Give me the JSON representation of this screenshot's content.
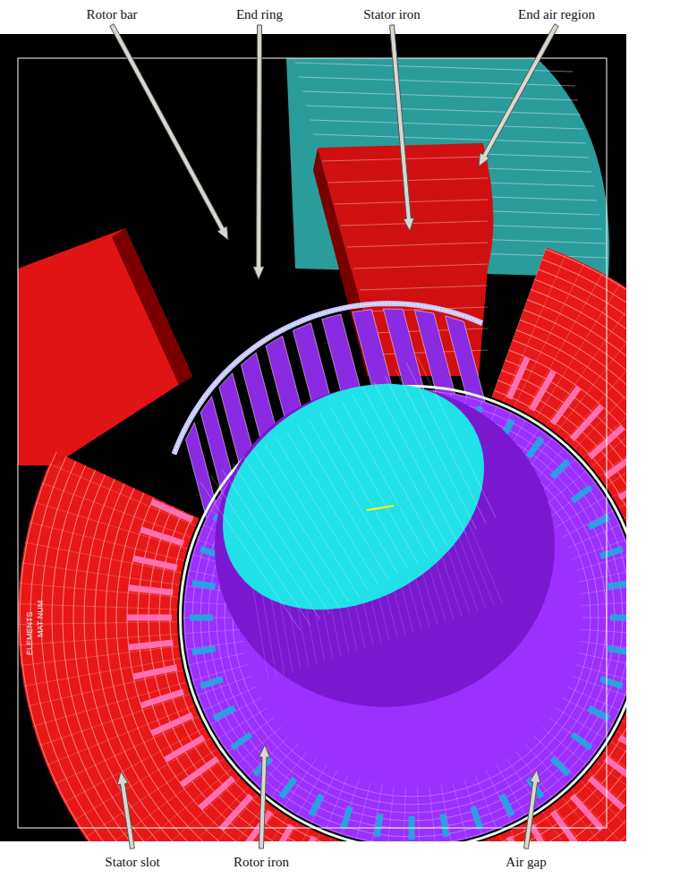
{
  "diagram": {
    "labels": [
      "Rotor bar",
      "End ring",
      "Stator iron",
      "End air region",
      "Stator slot",
      "Rotor iron",
      "Air gap",
      "ELEMENTS",
      "MAT NUM"
    ]
  }
}
